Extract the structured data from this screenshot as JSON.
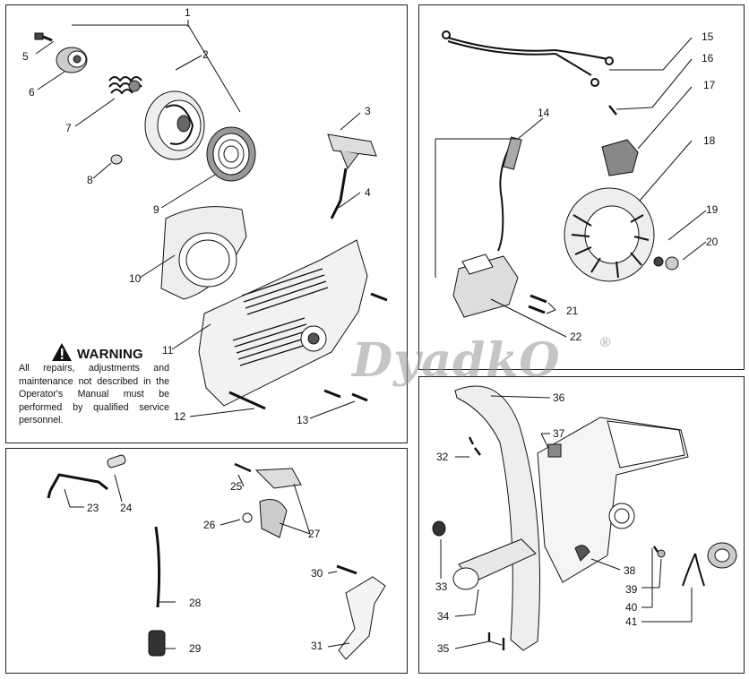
{
  "warning": {
    "title": "WARNING",
    "body": "All repairs, adjustments and maintenance not described in the Operator's Manual must be performed by qualified service personnel."
  },
  "watermark": {
    "text": "DyadkO",
    "registered_mark": "®"
  },
  "callouts": {
    "c1": "1",
    "c2": "2",
    "c3": "3",
    "c4": "4",
    "c5": "5",
    "c6": "6",
    "c7": "7",
    "c8": "8",
    "c9": "9",
    "c10": "10",
    "c11": "11",
    "c12": "12",
    "c13": "13",
    "c14": "14",
    "c15": "15",
    "c16": "16",
    "c17": "17",
    "c18": "18",
    "c19": "19",
    "c20": "20",
    "c21": "21",
    "c22": "22",
    "c23": "23",
    "c24": "24",
    "c25": "25",
    "c26": "26",
    "c27": "27",
    "c28": "28",
    "c29": "29",
    "c30": "30",
    "c31": "31",
    "c32": "32",
    "c33": "33",
    "c34": "34",
    "c35": "35",
    "c36": "36",
    "c37": "37",
    "c38": "38",
    "c39": "39",
    "c40": "40",
    "c41": "41"
  },
  "colors": {
    "line": "#111111",
    "panel_border": "#222222",
    "watermark": "#969696"
  }
}
